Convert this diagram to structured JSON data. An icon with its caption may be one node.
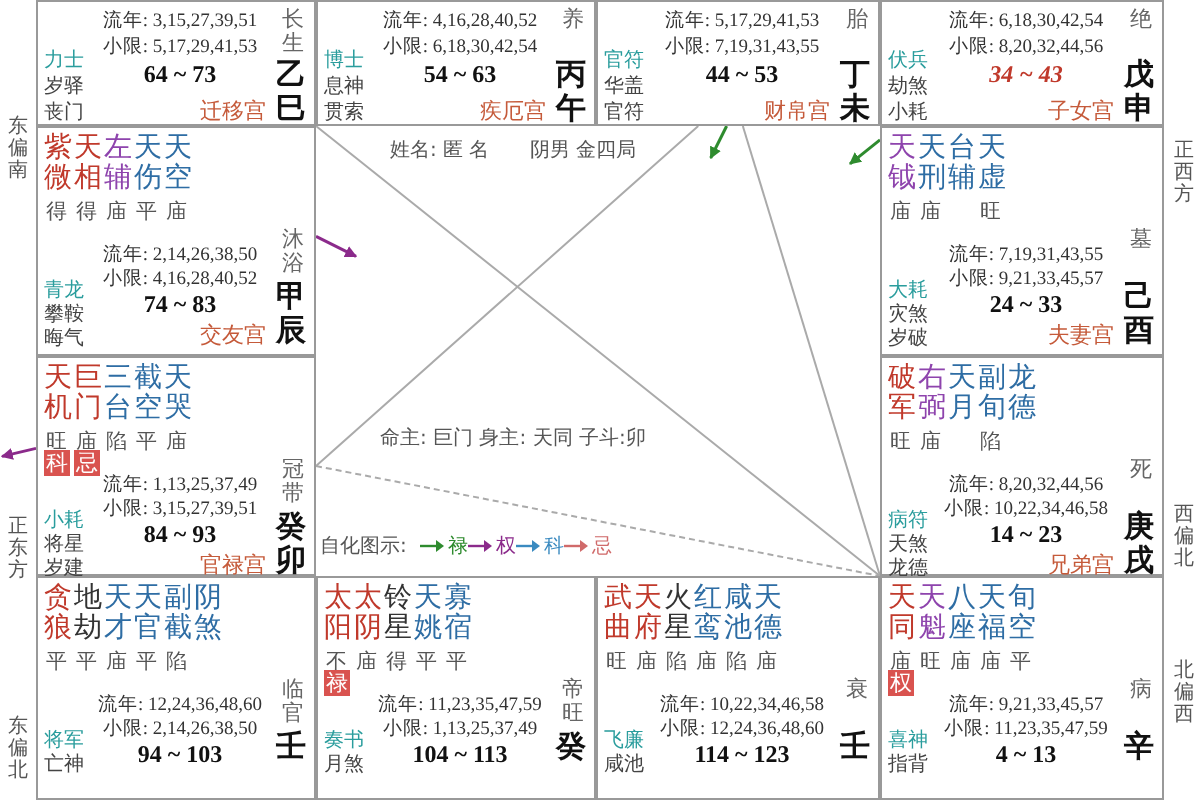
{
  "diagram": {
    "nodes": [
      {
        "text": [
          "流年: 3,15,27,39,51",
          "小限: 5,17,29,41,53",
          "64 ~ 73",
          "力士",
          "岁驿",
          "丧门",
          "迁移宫",
          "长生",
          "乙巳"
        ]
      },
      {
        "text": [
          "流年: 4,16,28,40,52",
          "小限: 6,18,30,42,54",
          "54 ~ 63",
          "博士",
          "息神",
          "贯索",
          "疾厄宫",
          "养",
          "丙午"
        ]
      },
      {
        "text": [
          "流年: 5,17,29,41,53",
          "小限: 7,19,31,43,55",
          "44 ~ 53",
          "官符",
          "华盖",
          "官符",
          "财帛宫",
          "胎",
          "丁未"
        ]
      },
      {
        "text": [
          "流年: 6,18,30,42,54",
          "小限: 8,20,32,44,56",
          "34 ~ 43",
          "伏兵",
          "劫煞",
          "小耗",
          "子女宫",
          "绝",
          "戊申"
        ]
      },
      {
        "text": [
          "紫微",
          "天相",
          "左辅",
          "天伤",
          "天空",
          "得",
          "得",
          "庙",
          "平",
          "庙",
          "流年: 2,14,26,38,50",
          "小限: 4,16,28,40,52",
          "74 ~ 83",
          "青龙",
          "攀鞍",
          "晦气",
          "交友宫",
          "沐浴",
          "甲辰"
        ]
      },
      {
        "text": [
          "天钺",
          "天刑",
          "台辅",
          "天虚",
          "庙",
          "庙",
          "旺",
          "流年: 7,19,31,43,55",
          "小限: 9,21,33,45,57",
          "24 ~ 33",
          "大耗",
          "灾煞",
          "岁破",
          "夫妻宫",
          "墓",
          "己酉"
        ]
      },
      {
        "text": [
          "天机",
          "巨门",
          "三台",
          "截空",
          "天哭",
          "旺",
          "庙",
          "陷",
          "平",
          "庙",
          "科",
          "忌",
          "流年: 1,13,25,37,49",
          "小限: 3,15,27,39,51",
          "84 ~ 93",
          "小耗",
          "将星",
          "岁建",
          "官禄宫",
          "冠带",
          "癸卯"
        ]
      },
      {
        "text": [
          "破军",
          "右弼",
          "天月",
          "副旬",
          "龙德",
          "旺",
          "庙",
          "陷",
          "流年: 8,20,32,44,56",
          "小限: 10,22,34,46,58",
          "14 ~ 23",
          "病符",
          "天煞",
          "龙德",
          "兄弟宫",
          "死",
          "庚戌"
        ]
      },
      {
        "text": [
          "贪狼",
          "地劫",
          "天才",
          "天官",
          "副截",
          "阴煞",
          "平",
          "平",
          "庙",
          "平",
          "陷",
          "流年: 12,24,36,48,60",
          "小限: 2,14,26,38,50",
          "94 ~ 103",
          "将军",
          "亡神",
          "临官",
          "壬"
        ]
      },
      {
        "text": [
          "太阳",
          "太阴",
          "铃星",
          "天姚",
          "寡宿",
          "不",
          "庙",
          "得",
          "平",
          "平",
          "禄",
          "流年: 11,23,35,47,59",
          "小限: 1,13,25,37,49",
          "104 ~ 113",
          "奏书",
          "月煞",
          "帝旺",
          "癸"
        ]
      },
      {
        "text": [
          "武曲",
          "天府",
          "火星",
          "红鸾",
          "咸池",
          "天德",
          "旺",
          "庙",
          "陷",
          "庙",
          "陷",
          "庙",
          "流年: 10,22,34,46,58",
          "小限: 12,24,36,48,60",
          "114 ~ 123",
          "飞廉",
          "咸池",
          "衰",
          "壬"
        ]
      },
      {
        "text": [
          "天同",
          "天魁",
          "八座",
          "天福",
          "旬空",
          "庙",
          "旺",
          "庙",
          "庙",
          "平",
          "权",
          "流年: 9,21,33,45,57",
          "小限: 11,23,35,47,59",
          "4 ~ 13",
          "喜神",
          "指背",
          "病",
          "辛"
        ]
      }
    ],
    "edges": [
      {
        "from": 0,
        "to": 11,
        "arrow": "none"
      },
      {
        "from": 2,
        "to": 11,
        "arrow": "none"
      },
      {
        "from": 6,
        "to": 2,
        "arrow": "none"
      },
      {
        "from": 6,
        "to": 11,
        "arrow": "none",
        "style": "dashed"
      },
      {
        "from": 4,
        "to": null,
        "arrow": "to",
        "color": "#8b2a8b"
      },
      {
        "from": 6,
        "to": null,
        "arrow": "to",
        "color": "#8b2a8b"
      },
      {
        "from": 2,
        "to": null,
        "arrow": "to",
        "color": "#2e8b2e"
      },
      {
        "from": 5,
        "to": null,
        "arrow": "to",
        "color": "#2e8b2e"
      }
    ],
    "labels": [
      "东偏南",
      "正西方",
      "姓名: 匿 名",
      "阴男 金四局",
      "命主: 巨门 身主: 天同 子斗:卯",
      "西偏北",
      "正东方",
      "自化图示:",
      "北偏西",
      "东偏北"
    ],
    "legend": [
      {
        "text": "禄"
      },
      {
        "text": "权"
      },
      {
        "text": "科"
      },
      {
        "text": "忌"
      }
    ]
  }
}
